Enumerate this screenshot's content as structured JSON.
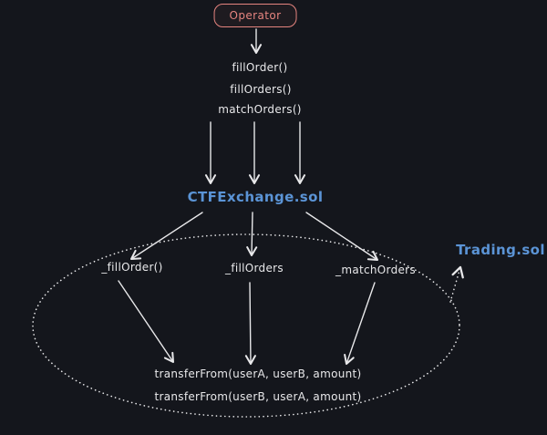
{
  "colors": {
    "background": "#14161c",
    "text": "#e8e8ea",
    "accent_red": "#e5847f",
    "accent_blue": "#5b94d6"
  },
  "nodes": {
    "operator": "Operator",
    "exchange": "CTFExchange.sol",
    "trading": "Trading.sol"
  },
  "exchange_calls": [
    "fillOrder()",
    "fillOrders()",
    "matchOrders()"
  ],
  "internal_calls": [
    "_fillOrder()",
    "_fillOrders",
    "_matchOrders"
  ],
  "transfer_calls": [
    "transferFrom(userA, userB, amount)",
    "transferFrom(userB, userA, amount)"
  ]
}
